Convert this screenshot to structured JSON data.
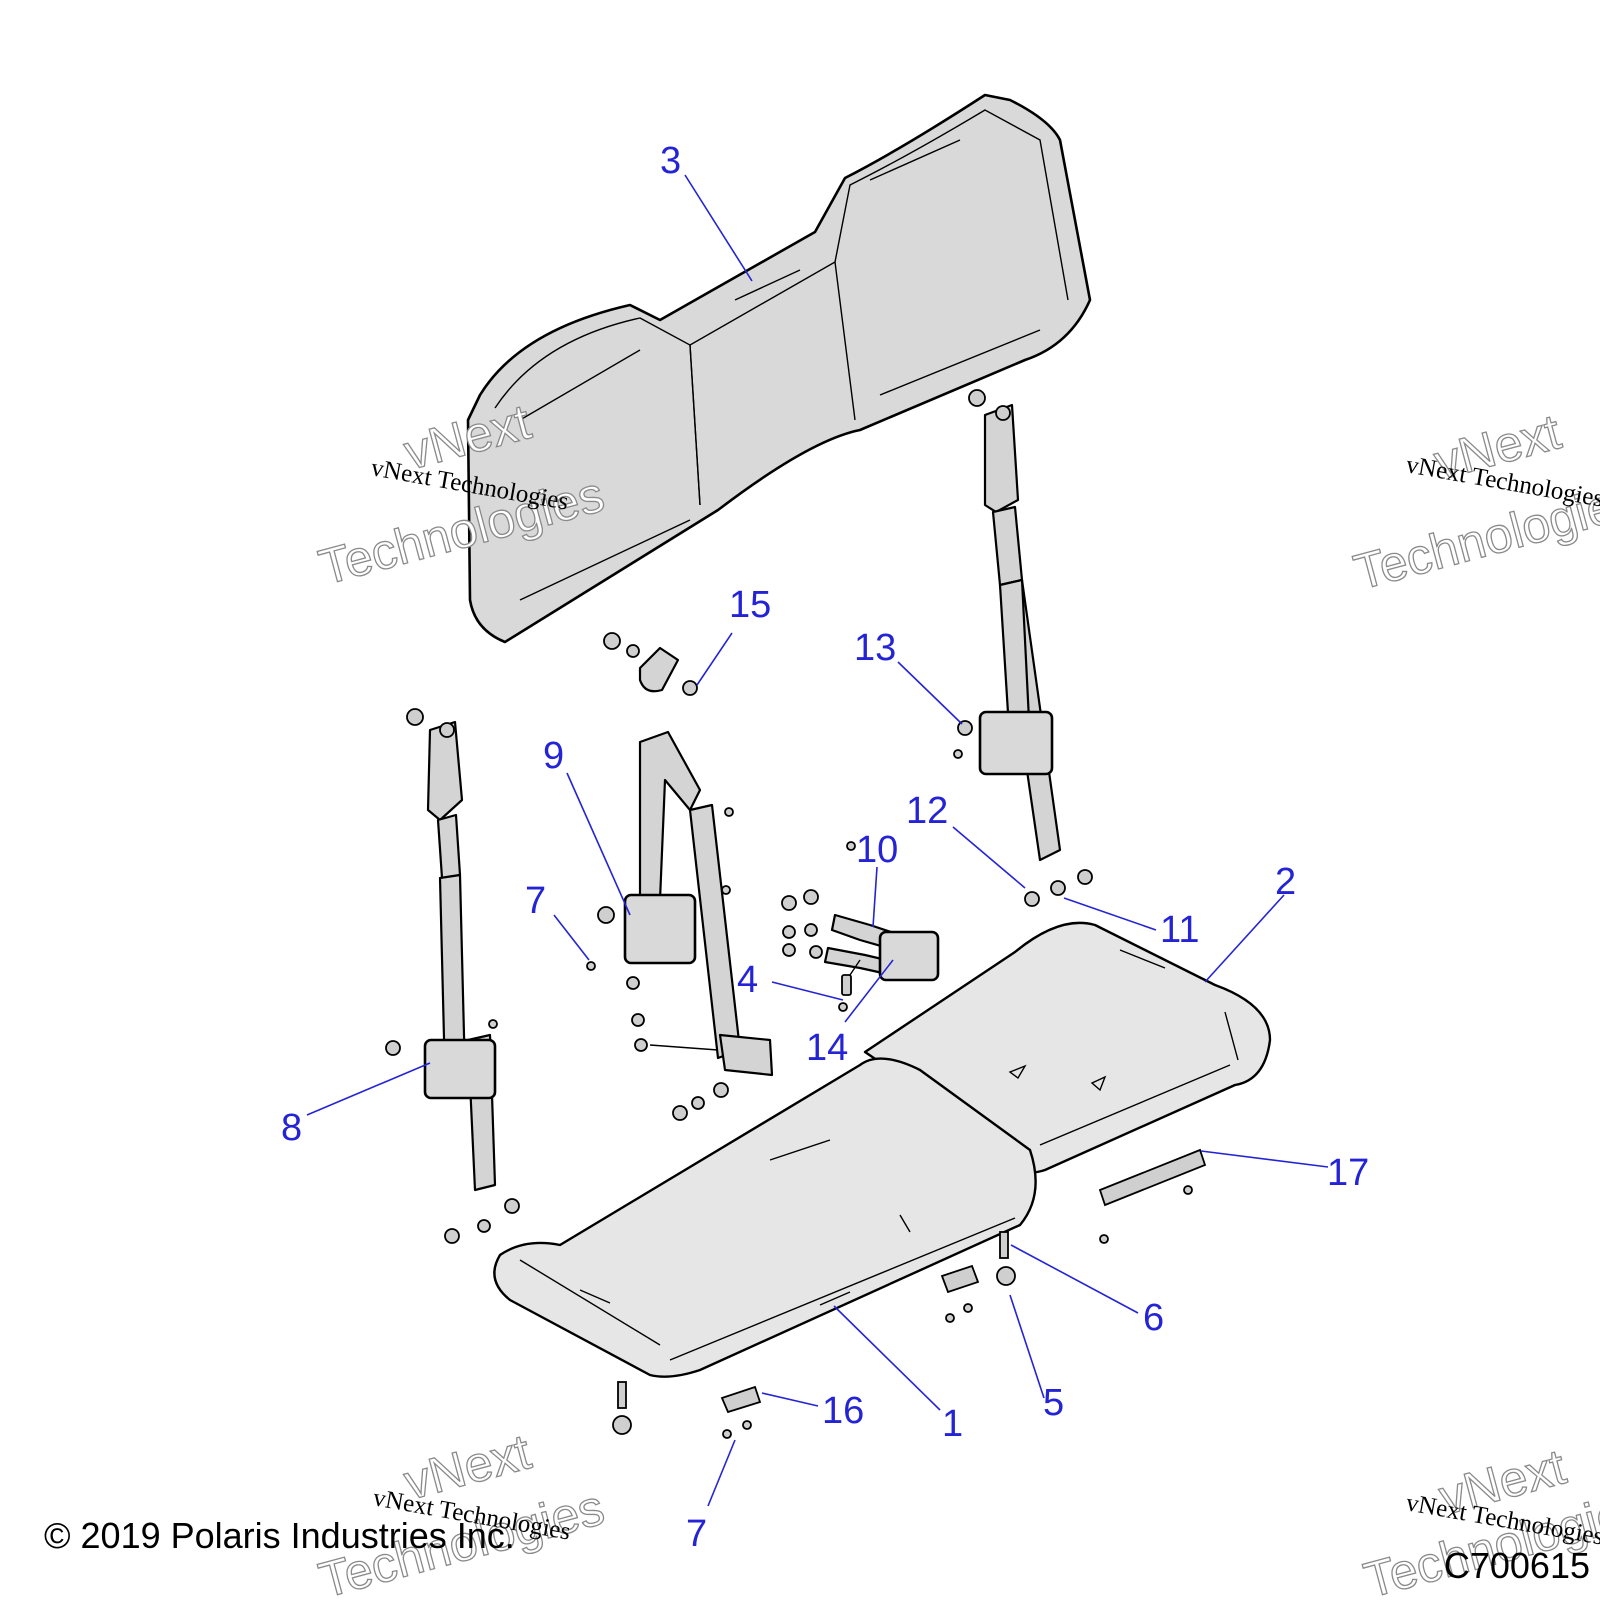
{
  "diagram": {
    "callouts": [
      {
        "id": "1",
        "label": "1"
      },
      {
        "id": "2",
        "label": "2"
      },
      {
        "id": "3",
        "label": "3"
      },
      {
        "id": "4",
        "label": "4"
      },
      {
        "id": "5",
        "label": "5"
      },
      {
        "id": "6",
        "label": "6"
      },
      {
        "id": "7a",
        "label": "7"
      },
      {
        "id": "7b",
        "label": "7"
      },
      {
        "id": "8",
        "label": "8"
      },
      {
        "id": "9",
        "label": "9"
      },
      {
        "id": "10",
        "label": "10"
      },
      {
        "id": "11",
        "label": "11"
      },
      {
        "id": "12",
        "label": "12"
      },
      {
        "id": "13",
        "label": "13"
      },
      {
        "id": "14",
        "label": "14"
      },
      {
        "id": "15",
        "label": "15"
      },
      {
        "id": "16",
        "label": "16"
      },
      {
        "id": "17",
        "label": "17"
      }
    ],
    "callout_color": "#2424d6"
  },
  "watermark": {
    "big_line1": "vNext",
    "big_line2": "Technologies",
    "small": "vNext Technologies"
  },
  "footer": {
    "copyright": "© 2019 Polaris Industries Inc.",
    "drawing_number": "C700615"
  }
}
